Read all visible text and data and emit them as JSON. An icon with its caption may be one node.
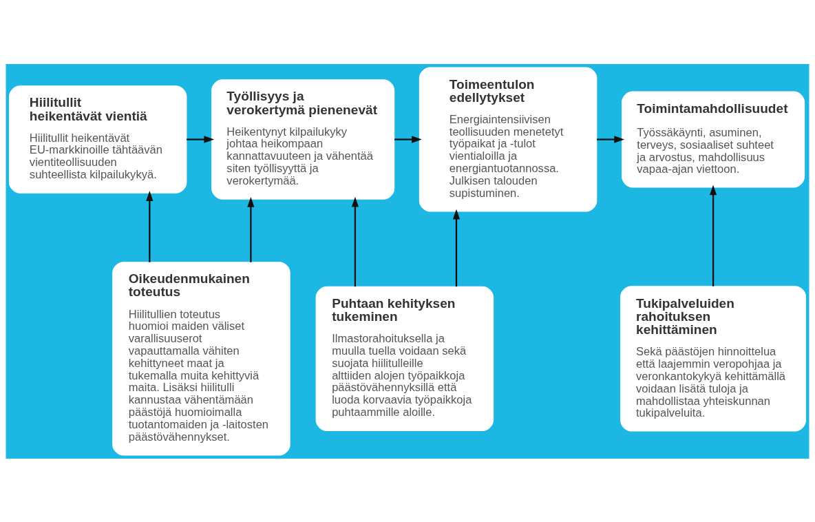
{
  "diagram": {
    "nodes": [
      {
        "text": [
          "Hiilitullit heikentävät vientiä",
          "Hiilitullit heikentävät EU-markkinoille tähtäävän vientiteollisuuden suhteellista kilpailukykyä."
        ]
      },
      {
        "text": [
          "Työllisyys ja verokertymä pienenevät",
          "Heikentynyt kilpailukyky johtaa heikompaan kannattavuuteen ja vähentää siten työllisyyttä ja verokertymää."
        ]
      },
      {
        "text": [
          "Toimeentulon edellytykset",
          "Energiaintensiivisen teollisuuden menetetyt työpaikat ja -tulot vientialoilla ja energiantuotannossa. Julkisen talouden supistuminen."
        ]
      },
      {
        "text": [
          "Toimintamahdollisuudet",
          "Työssäkäynti, asuminen, terveys, sosiaaliset suhteet ja arvostus, mahdollisuus vapaa-ajan viettoon."
        ]
      },
      {
        "text": [
          "Oikeudenmukainen toteutus",
          "Hiilitullien toteutus huomioi maiden väliset varallisuuserot vapauttamalla vähiten kehittyneet maat ja tukemalla muita kehittyviä maita. Lisäksi hiilitulli kannustaa vähentämään päästöjä huomioimalla tuotantomaiden ja -laitosten päästövähennykset."
        ]
      },
      {
        "text": [
          "Puhtaan kehityksen tukeminen",
          "Ilmastorahoituksella ja muulla tuella voidaan sekä suojata hiilitulleille alttiiden alojen työpaikkoja päästövähennyksillä että luoda korvaavia työpaikkoja puhtaammille aloille."
        ]
      },
      {
        "text": [
          "Tukipalveluiden rahoituksen kehittäminen",
          "Sekä päästöjen hinnoittelua että laajemmin veropohjaa ja veronkantokykyä kehittämällä voidaan lisätä tuloja ja mahdollistaa yhteiskunnan tukipalveluita."
        ]
      }
    ],
    "edges": [
      {
        "from": 0,
        "to": 1,
        "arrow": "to"
      },
      {
        "from": 1,
        "to": 2,
        "arrow": "to"
      },
      {
        "from": 2,
        "to": 3,
        "arrow": "to"
      },
      {
        "from": 4,
        "to": 0,
        "arrow": "to"
      },
      {
        "from": 4,
        "to": 1,
        "arrow": "to"
      },
      {
        "from": 5,
        "to": 1,
        "arrow": "to"
      },
      {
        "from": 5,
        "to": 2,
        "arrow": "to"
      },
      {
        "from": 6,
        "to": 3,
        "arrow": "to"
      }
    ]
  }
}
